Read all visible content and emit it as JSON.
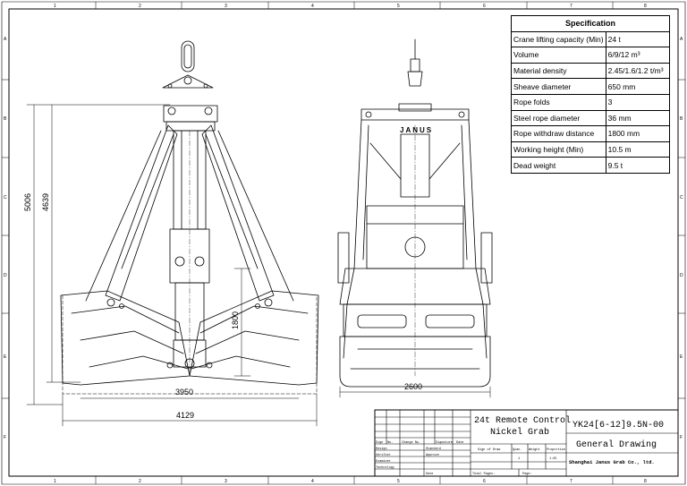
{
  "frame": {
    "col_marks_top": [
      "1",
      "2",
      "3",
      "4",
      "5",
      "6",
      "7",
      "8"
    ],
    "col_marks_bottom": [
      "1",
      "2",
      "3",
      "4",
      "5",
      "6",
      "7",
      "8"
    ],
    "row_marks": [
      "A",
      "B",
      "C",
      "D",
      "E",
      "F"
    ]
  },
  "dimensions": {
    "overall_height": "5006",
    "body_height": "4639",
    "shell_depth": "1800",
    "open_inner": "3950",
    "open_width": "4129",
    "side_width": "2600"
  },
  "side_view": {
    "brand": "JANUS"
  },
  "spec_table": {
    "header": "Specification",
    "rows": [
      {
        "label": "Crane lifting capacity (Min)",
        "value": "24 t"
      },
      {
        "label": "Volume",
        "value": "6/9/12 m³"
      },
      {
        "label": "Material density",
        "value": "2.45/1.6/1.2 t/m³"
      },
      {
        "label": "Sheave diameter",
        "value": "650 mm"
      },
      {
        "label": "Rope folds",
        "value": "3"
      },
      {
        "label": "Steel rope diameter",
        "value": "36 mm"
      },
      {
        "label": "Rope withdraw distance",
        "value": "1800 mm"
      },
      {
        "label": "Working height (Min)",
        "value": "10.5 m"
      },
      {
        "label": "Dead weight",
        "value": "9.5 t"
      }
    ]
  },
  "title_block": {
    "product_line1": "24t Remote Control",
    "product_line2": "Nickel Grab",
    "drawing_no": "YK24[6-12]9.5N-00",
    "drawing_name": "General Drawing",
    "company": "Shanghai Janus Grab Co., ltd.",
    "rev_headers": [
      "Sign",
      "No.",
      "Change No.",
      "Signature",
      "Date"
    ],
    "role_labels": [
      "Design",
      "Verifier",
      "Examiner",
      "Technology"
    ],
    "role_labels2": [
      "Standard",
      "Approve",
      "",
      "Date"
    ],
    "sign_of_draw": "Sign of Draw",
    "quan": "Quan.",
    "weight": "Weight",
    "proportion": "Proportion",
    "quantity": "1",
    "scale": "1:25",
    "total_pages": "Total Pages:",
    "page": "Page:"
  }
}
